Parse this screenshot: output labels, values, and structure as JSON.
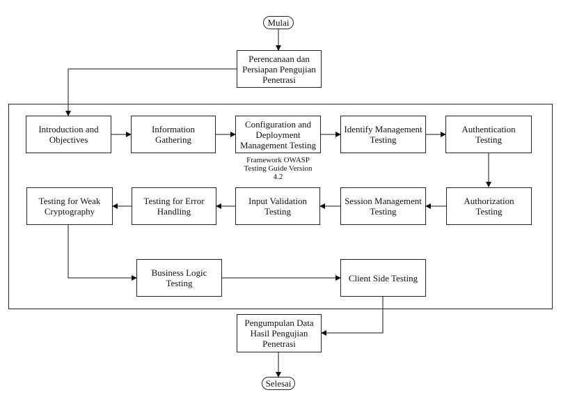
{
  "nodes": {
    "start": "Mulai",
    "plan": "Perencanaan dan\nPersiapan Pengujian\nPenetrasi",
    "intro": "Introduction and\nObjectives",
    "info": "Information\nGathering",
    "config": "Configuration and\nDeployment\nManagement Testing",
    "identify": "Identify Management\nTesting",
    "authn": "Authentication\nTesting",
    "authz": "Authorization\nTesting",
    "session": "Session Management\nTesting",
    "input": "Input Validation\nTesting",
    "error": "Testing for Error\nHandling",
    "crypto": "Testing for Weak\nCryptography",
    "business": "Business Logic\nTesting",
    "client": "Client Side Testing",
    "collect": "Pengumpulan Data\nHasil Pengujian\nPenetrasi",
    "end": "Selesai"
  },
  "framework_label": "Framework OWASP\nTesting Guide Version\n4.2"
}
